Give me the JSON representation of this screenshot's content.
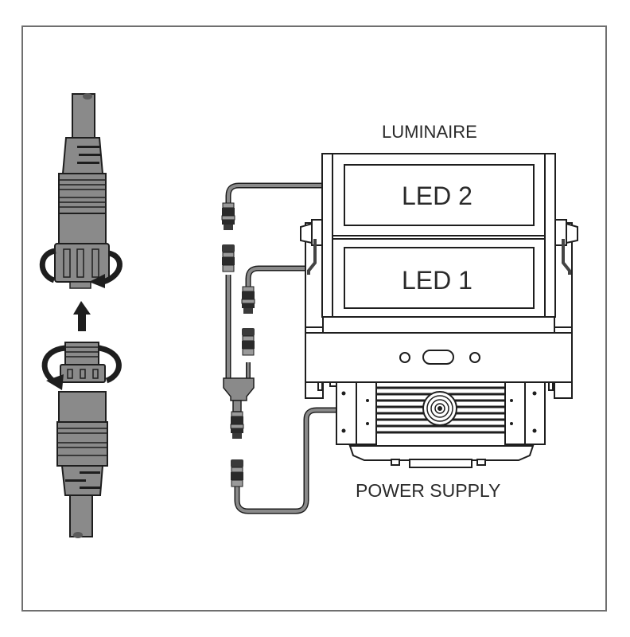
{
  "diagram": {
    "title": "Luminaire to power supply connector wiring",
    "labels": {
      "luminaire": "LUMINAIRE",
      "led2": "LED 2",
      "led1": "LED 1",
      "power_supply": "POWER SUPPLY"
    },
    "components": [
      {
        "name": "luminaire",
        "parts": [
          "LED 2 panel",
          "LED 1 panel",
          "mounting bracket",
          "yoke knobs"
        ]
      },
      {
        "name": "power-supply",
        "parts": [
          "heat sink fins",
          "circular gland",
          "mounting plates"
        ]
      },
      {
        "name": "y-splitter-cable",
        "connections": [
          "LED 2",
          "LED 1",
          "POWER SUPPLY"
        ]
      },
      {
        "name": "connector-detail",
        "steps": [
          "twist to unlock collar",
          "push plug into socket",
          "twist to lock"
        ]
      }
    ],
    "colors": {
      "outline": "#1e1e1e",
      "cable": "#8a8a8a",
      "connector_body": "#9a9a9a",
      "connector_dark": "#2a2a2a",
      "frame": "#6f6f6f",
      "background": "#ffffff"
    }
  }
}
